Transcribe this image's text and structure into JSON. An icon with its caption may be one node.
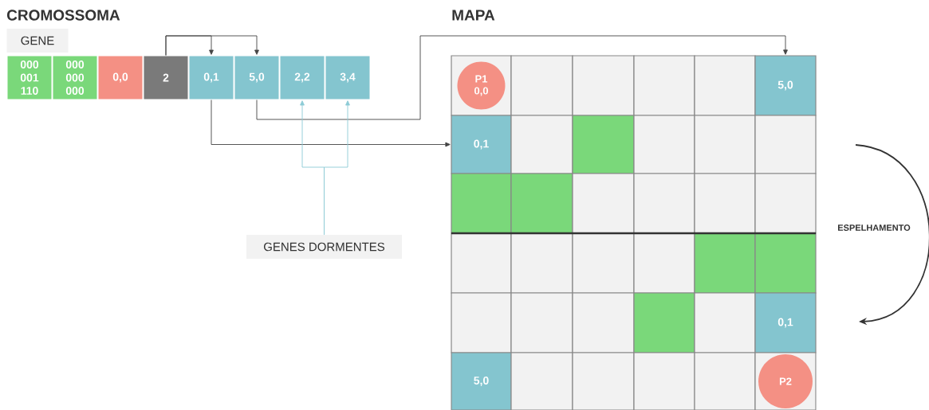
{
  "diagram": {
    "nodes": [
      {
        "text": [
          "GENE"
        ]
      },
      {
        "text": [
          "000 001 110"
        ]
      },
      {
        "text": [
          "000 000 000"
        ]
      },
      {
        "text": [
          "0,0"
        ]
      },
      {
        "text": [
          "2"
        ]
      },
      {
        "text": [
          "0,1"
        ]
      },
      {
        "text": [
          "5,0"
        ]
      },
      {
        "text": [
          "2,2"
        ]
      },
      {
        "text": [
          "3,4"
        ]
      },
      {
        "text": [
          "GENES DORMENTES"
        ]
      },
      {
        "text": [],
        "shape": "box"
      },
      {
        "text": [],
        "shape": "box"
      },
      {
        "text": [],
        "shape": "box"
      },
      {
        "text": [],
        "shape": "box"
      },
      {
        "text": [],
        "shape": "box"
      },
      {
        "text": [
          "5,0"
        ]
      },
      {
        "text": [
          "0,1"
        ]
      },
      {
        "text": [],
        "shape": "box"
      },
      {
        "text": [],
        "shape": "box"
      },
      {
        "text": [],
        "shape": "box"
      },
      {
        "text": [],
        "shape": "box"
      },
      {
        "text": [],
        "shape": "box"
      },
      {
        "text": [],
        "shape": "box"
      },
      {
        "text": [],
        "shape": "box"
      },
      {
        "text": [],
        "shape": "box"
      },
      {
        "text": [],
        "shape": "box"
      },
      {
        "text": [],
        "shape": "box"
      },
      {
        "text": [],
        "shape": "box"
      },
      {
        "text": [],
        "shape": "box"
      },
      {
        "text": [],
        "shape": "box"
      },
      {
        "text": [],
        "shape": "box"
      },
      {
        "text": [],
        "shape": "box"
      },
      {
        "text": [],
        "shape": "box"
      },
      {
        "text": [],
        "shape": "box"
      },
      {
        "text": [],
        "shape": "box"
      },
      {
        "text": [],
        "shape": "box"
      },
      {
        "text": [],
        "shape": "box"
      },
      {
        "text": [],
        "shape": "box"
      },
      {
        "text": [],
        "shape": "box"
      },
      {
        "text": [
          "0,1"
        ]
      },
      {
        "text": [
          "5,0"
        ]
      },
      {
        "text": [],
        "shape": "box"
      },
      {
        "text": [],
        "shape": "box"
      },
      {
        "text": [],
        "shape": "box"
      },
      {
        "text": [],
        "shape": "box"
      },
      {
        "text": [],
        "shape": "box"
      },
      {
        "text": [
          "P1 0,0"
        ],
        "in": 10
      },
      {
        "text": [
          "P2"
        ],
        "in": 45
      }
    ],
    "edges": [
      {
        "from": 4,
        "to": 5,
        "arrow": "to"
      },
      {
        "from": 4,
        "to": 6,
        "arrow": "to"
      },
      {
        "from": 5,
        "to": 16,
        "arrow": "to"
      },
      {
        "from": 6,
        "to": 15,
        "arrow": "to"
      },
      {
        "from": 9,
        "to": 7,
        "arrow": "to",
        "color": "#8ccbd6"
      },
      {
        "from": 9,
        "to": 8,
        "arrow": "to",
        "color": "#8ccbd6"
      }
    ],
    "labels": [
      "CROMOSSOMA",
      "MAPA",
      "ESPELHAMENTO"
    ]
  }
}
